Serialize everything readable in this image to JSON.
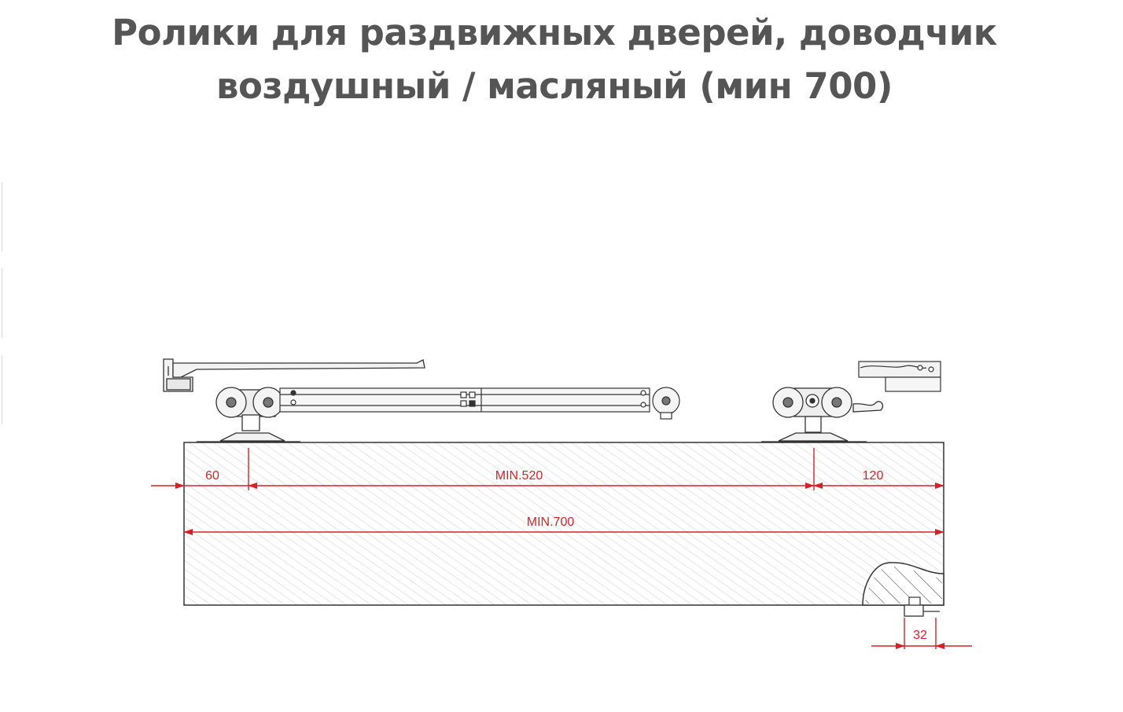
{
  "title": "Ролики для раздвижных дверей, доводчик воздушный / масляный (мин 700)",
  "colors": {
    "title": "#555555",
    "dimension": "#d2232a",
    "outline": "#333333",
    "hatch": "#d4d4d4",
    "metal": "#f2f2f2"
  },
  "dimensions": {
    "d60": "60",
    "min520": "MIN.520",
    "d120": "120",
    "min700": "MIN.700",
    "d32": "32"
  }
}
